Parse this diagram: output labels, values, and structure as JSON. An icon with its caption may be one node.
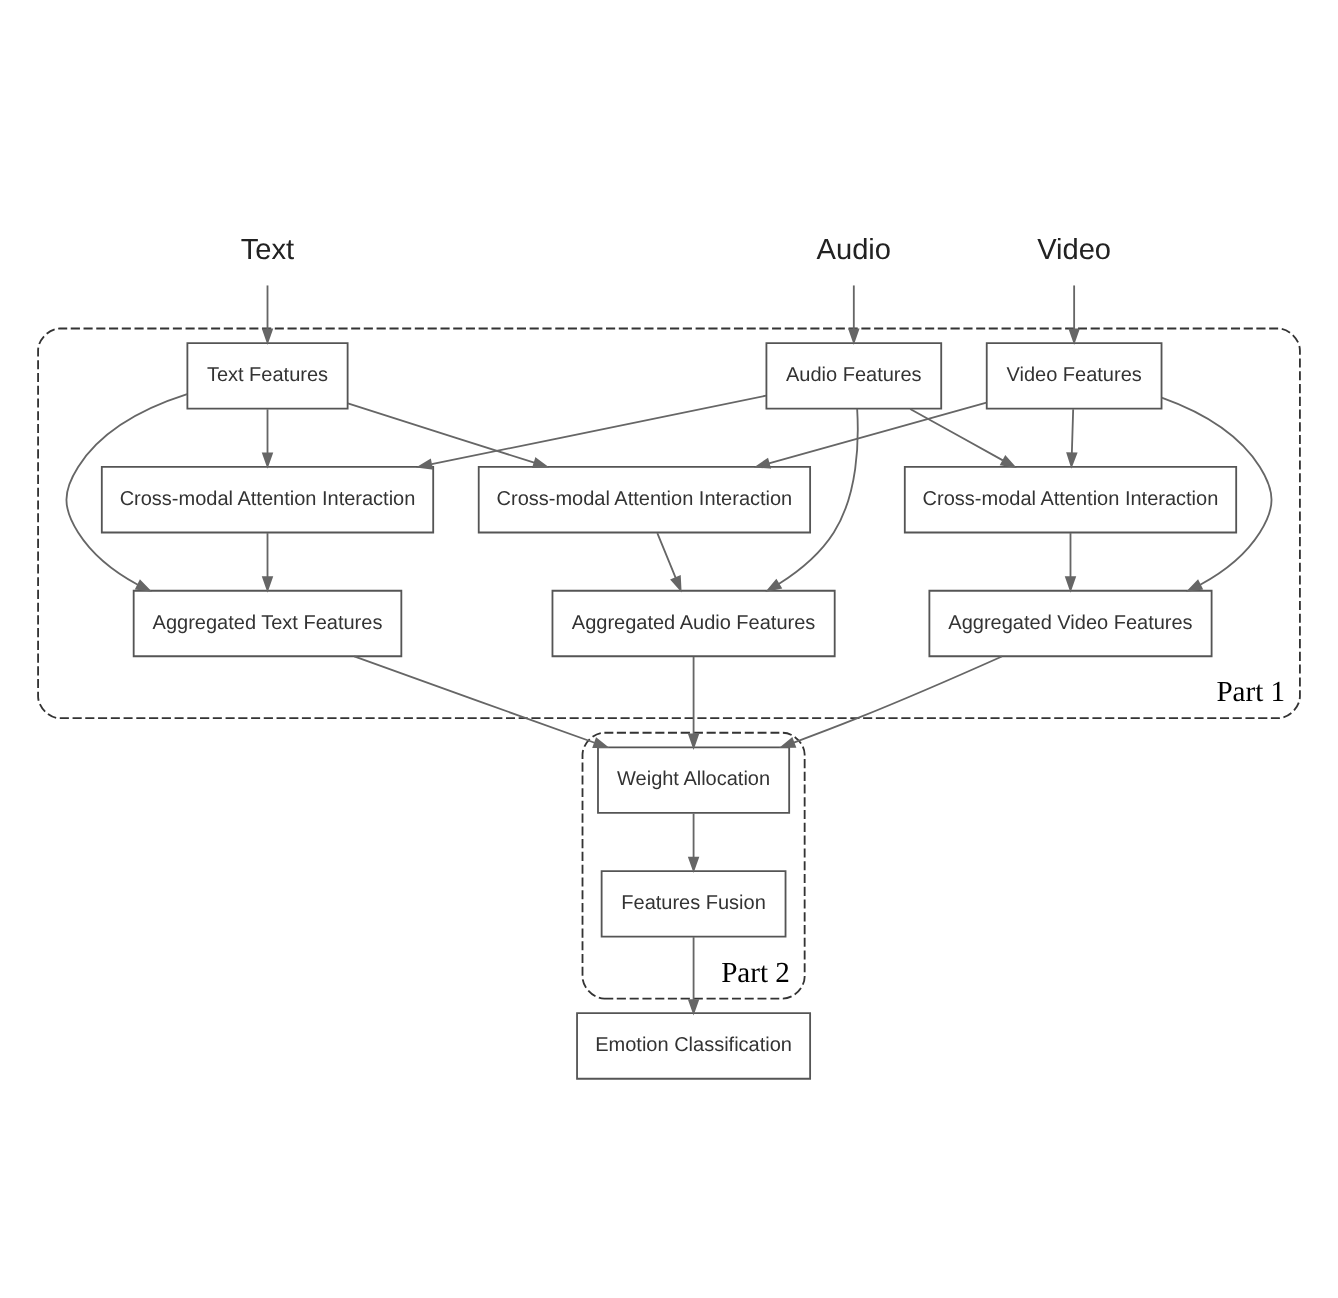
{
  "diagram": {
    "nodes": [
      {
        "text": [
          "Part 1"
        ]
      },
      {
        "text": [
          "Text"
        ]
      },
      {
        "text": [
          "Audio"
        ]
      },
      {
        "text": [
          "Video"
        ]
      },
      {
        "text": [
          "Text Features"
        ],
        "in": 0
      },
      {
        "text": [
          "Audio Features"
        ],
        "in": 0
      },
      {
        "text": [
          "Video Features"
        ],
        "in": 0
      },
      {
        "text": [
          "Cross-modal Attention Interaction"
        ],
        "in": 0
      },
      {
        "text": [
          "Cross-modal Attention Interaction"
        ],
        "in": 0
      },
      {
        "text": [
          "Cross-modal Attention Interaction"
        ],
        "in": 0
      },
      {
        "text": [
          "Aggregated Text Features"
        ],
        "in": 0
      },
      {
        "text": [
          "Aggregated Audio Features"
        ],
        "in": 0
      },
      {
        "text": [
          "Aggregated Video Features"
        ],
        "in": 0
      },
      {
        "text": [
          "Part 2"
        ]
      },
      {
        "text": [
          "Weight Allocation"
        ],
        "in": 13
      },
      {
        "text": [
          "Features Fusion"
        ],
        "in": 13
      },
      {
        "text": [
          "Emotion Classification"
        ]
      }
    ],
    "edges": [
      {
        "from": 1,
        "to": 4,
        "arrow": "to"
      },
      {
        "from": 2,
        "to": 5,
        "arrow": "to"
      },
      {
        "from": 3,
        "to": 6,
        "arrow": "to"
      },
      {
        "from": 4,
        "to": 7,
        "arrow": "to"
      },
      {
        "from": 4,
        "to": 8,
        "arrow": "to"
      },
      {
        "from": 5,
        "to": 7,
        "arrow": "to"
      },
      {
        "from": 5,
        "to": 9,
        "arrow": "to"
      },
      {
        "from": 6,
        "to": 8,
        "arrow": "to"
      },
      {
        "from": 6,
        "to": 9,
        "arrow": "to"
      },
      {
        "from": 4,
        "to": 10,
        "arrow": "to"
      },
      {
        "from": 5,
        "to": 11,
        "arrow": "to"
      },
      {
        "from": 6,
        "to": 12,
        "arrow": "to"
      },
      {
        "from": 7,
        "to": 10,
        "arrow": "to"
      },
      {
        "from": 8,
        "to": 11,
        "arrow": "to"
      },
      {
        "from": 9,
        "to": 12,
        "arrow": "to"
      },
      {
        "from": 10,
        "to": 14,
        "arrow": "to"
      },
      {
        "from": 11,
        "to": 14,
        "arrow": "to"
      },
      {
        "from": 12,
        "to": 14,
        "arrow": "to"
      },
      {
        "from": 14,
        "to": 15,
        "arrow": "to"
      },
      {
        "from": 15,
        "to": 16,
        "arrow": "to"
      }
    ]
  }
}
